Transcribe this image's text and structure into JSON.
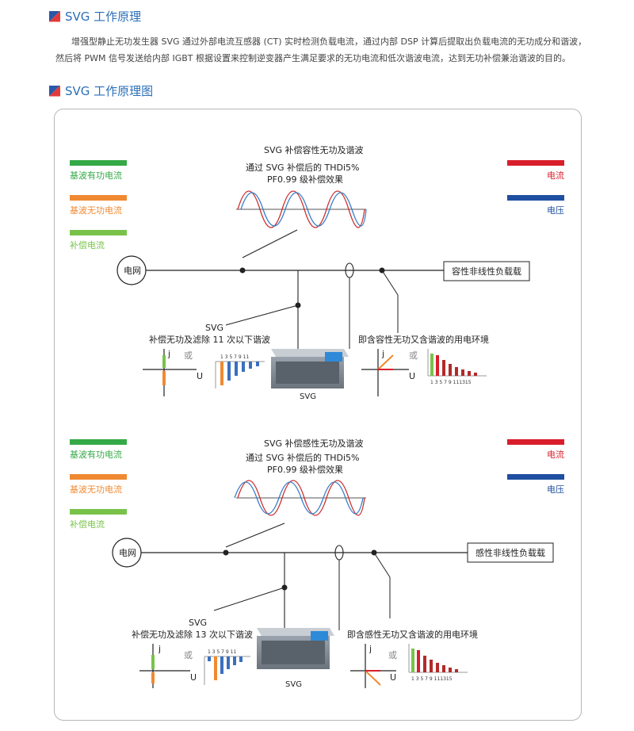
{
  "section1": {
    "title": "SVG 工作原理"
  },
  "intro": {
    "line1": "增强型静止无功发生器 SVG 通过外部电流互感器 (CT) 实时检测负载电流，通过内部 DSP 计算后提取出负载电流的无功成分和谐波，",
    "line2": "然后将 PWM 信号发送给内部 IGBT 根据设置来控制逆变器产生满足要求的无功电流和低次谐波电流，达到无功补偿兼治谐波的目的。"
  },
  "section2": {
    "title": "SVG 工作原理图"
  },
  "colors": {
    "green": "#35a947",
    "orange": "#f08a32",
    "lightgreen": "#79c24a",
    "red": "#d81e2c",
    "blue": "#1f4fa0"
  },
  "diagram1": {
    "wave_title": "SVG 补偿容性无功及谐波",
    "wave_sub1": "通过 SVG 补偿后的 THDi5%",
    "wave_sub2": "PF0.99 级补偿效果",
    "legend_left": [
      "基波有功电流",
      "基波无功电流",
      "补偿电流"
    ],
    "legend_right": [
      "电流",
      "电压"
    ],
    "grid": "电网",
    "load": "容性非线性负载载",
    "svg_label1": "SVG",
    "svg_label2": "补偿无功及滤除 11 次以下谐波",
    "or": "或",
    "j": "j",
    "u": "U",
    "orders": "1 3 5 7 9 11",
    "device": "SVG",
    "env": "即含容性无功又含谐波的用电环境",
    "right_orders": "1 3 5 7 9 111315"
  },
  "diagram2": {
    "wave_title": "SVG 补偿感性无功及谐波",
    "wave_sub1": "通过 SVG 补偿后的 THDi5%",
    "wave_sub2": "PF0.99 级补偿效果",
    "legend_left": [
      "基波有功电流",
      "基波无功电流",
      "补偿电流"
    ],
    "legend_right": [
      "电流",
      "电压"
    ],
    "grid": "电网",
    "load": "感性非线性负载载",
    "svg_label1": "SVG",
    "svg_label2": "补偿无功及滤除 13 次以下谐波",
    "or": "或",
    "j": "j",
    "u": "U",
    "orders": "1 3 5 7 9 11",
    "device": "SVG",
    "env": "即含感性无功又含谐波的用电环境",
    "right_orders": "1 3 5 7 9 111315"
  }
}
